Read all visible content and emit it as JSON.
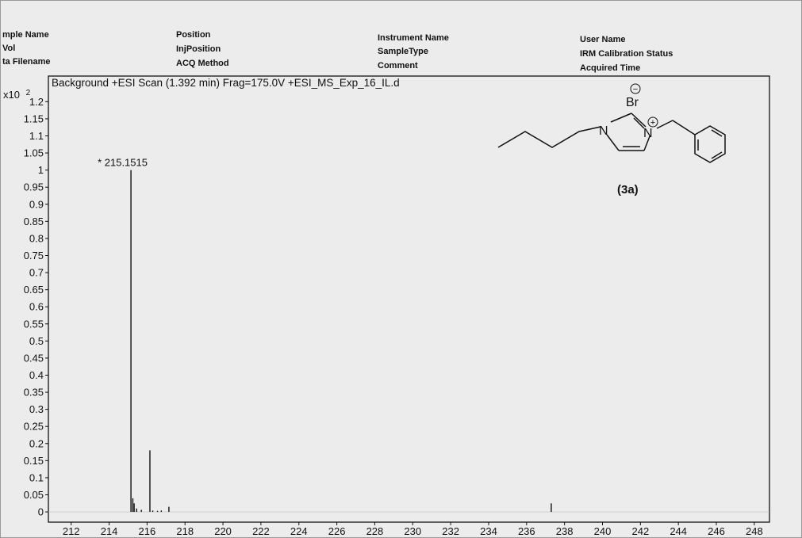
{
  "header": {
    "col1": [
      "mple Name",
      "Vol",
      "ta Filename"
    ],
    "col2": [
      "Position",
      "InjPosition",
      "ACQ Method"
    ],
    "col3": [
      "Instrument Name",
      "SampleType",
      "Comment"
    ],
    "col4": [
      "User Name",
      "IRM Calibration Status",
      "Acquired Time"
    ]
  },
  "structure": {
    "atoms": {
      "n1": "N",
      "n2": "N",
      "br": "Br",
      "minus": "−",
      "plus": "+"
    },
    "label": "(3a)"
  },
  "chart_data": {
    "type": "bar",
    "title": "Background  +ESI Scan (1.392 min) Frag=175.0V +ESI_MS_Exp_16_IL.d",
    "y_multiplier": "x10",
    "y_exponent": "2",
    "xlabel": "",
    "ylabel": "",
    "xlim": [
      210.8,
      248.8
    ],
    "ylim": [
      -0.03,
      1.275
    ],
    "x_ticks": [
      212,
      214,
      216,
      218,
      220,
      222,
      224,
      226,
      228,
      230,
      232,
      234,
      236,
      238,
      240,
      242,
      244,
      246,
      248
    ],
    "y_ticks": [
      0,
      0.05,
      0.1,
      0.15,
      0.2,
      0.25,
      0.3,
      0.35,
      0.4,
      0.45,
      0.5,
      0.55,
      0.6,
      0.65,
      0.7,
      0.75,
      0.8,
      0.85,
      0.9,
      0.95,
      1,
      1.05,
      1.1,
      1.15,
      1.2
    ],
    "grid": false,
    "peaks": [
      {
        "x": 215.1515,
        "y": 1.0
      },
      {
        "x": 215.25,
        "y": 0.04
      },
      {
        "x": 215.32,
        "y": 0.025
      },
      {
        "x": 215.45,
        "y": 0.01
      },
      {
        "x": 215.7,
        "y": 0.006
      },
      {
        "x": 216.15,
        "y": 0.18
      },
      {
        "x": 216.3,
        "y": 0.004
      },
      {
        "x": 216.55,
        "y": 0.003
      },
      {
        "x": 216.75,
        "y": 0.004
      },
      {
        "x": 217.15,
        "y": 0.015
      },
      {
        "x": 237.3,
        "y": 0.025
      }
    ],
    "annotations": [
      {
        "x": 215.1515,
        "y": 1.0,
        "text": "* 215.1515"
      }
    ]
  }
}
